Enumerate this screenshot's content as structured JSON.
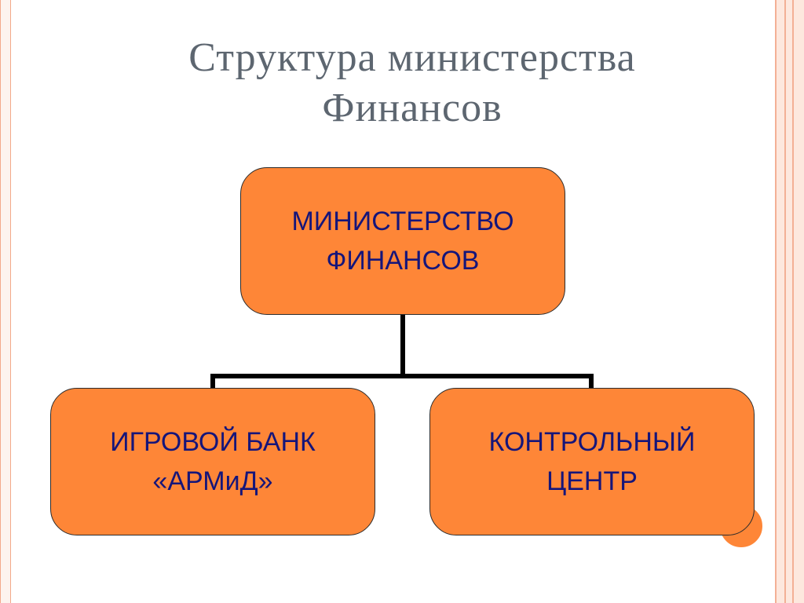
{
  "slide": {
    "title_line1": "Структура министерства",
    "title_line2": "Финансов"
  },
  "diagram": {
    "root": {
      "label": "МИНИСТЕРСТВО\nФИНАНСОВ"
    },
    "children": [
      {
        "label": "ИГРОВОЙ БАНК\n«АРМиД»"
      },
      {
        "label": "КОНТРОЛЬНЫЙ\nЦЕНТР"
      }
    ]
  },
  "colors": {
    "box_fill": "#fe8637",
    "box_text": "#15157a",
    "title_text": "#5d6670",
    "frame_accent": "#f3b095"
  }
}
